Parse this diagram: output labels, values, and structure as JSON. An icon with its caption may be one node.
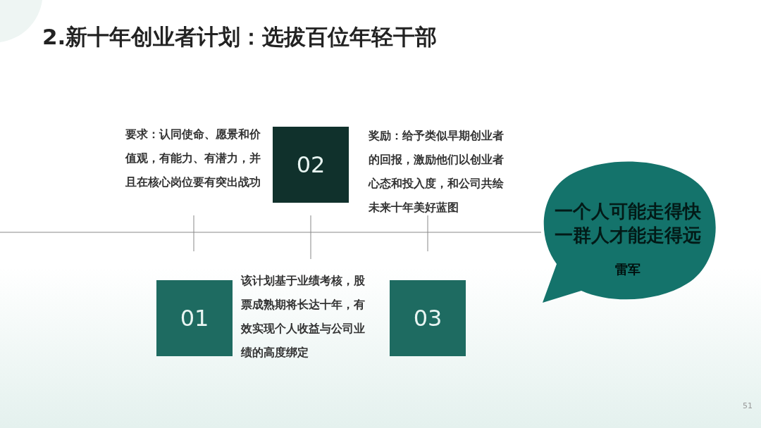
{
  "diagram": {
    "title": "2.新十年创业者计划：选拔百位年轻干部",
    "nodes": [
      {
        "text": [
          "01"
        ]
      },
      {
        "text": [
          "02"
        ]
      },
      {
        "text": [
          "03"
        ]
      },
      {
        "text": [
          "一个人可能走得快一群人才能走得远",
          "雷军"
        ]
      }
    ],
    "labels": [
      "要求：认同使命、愿景和价值观，有能力、有潜力，并且在核心岗位要有突出战功",
      "奖励：给予类似早期创业者的回报，激励他们以创业者心态和投入度，和公司共绘未来十年美好蓝图",
      "该计划基于业绩考核，股票成熟期将长达十年，有效实现个人收益与公司业绩的高度绑定",
      "51"
    ]
  }
}
